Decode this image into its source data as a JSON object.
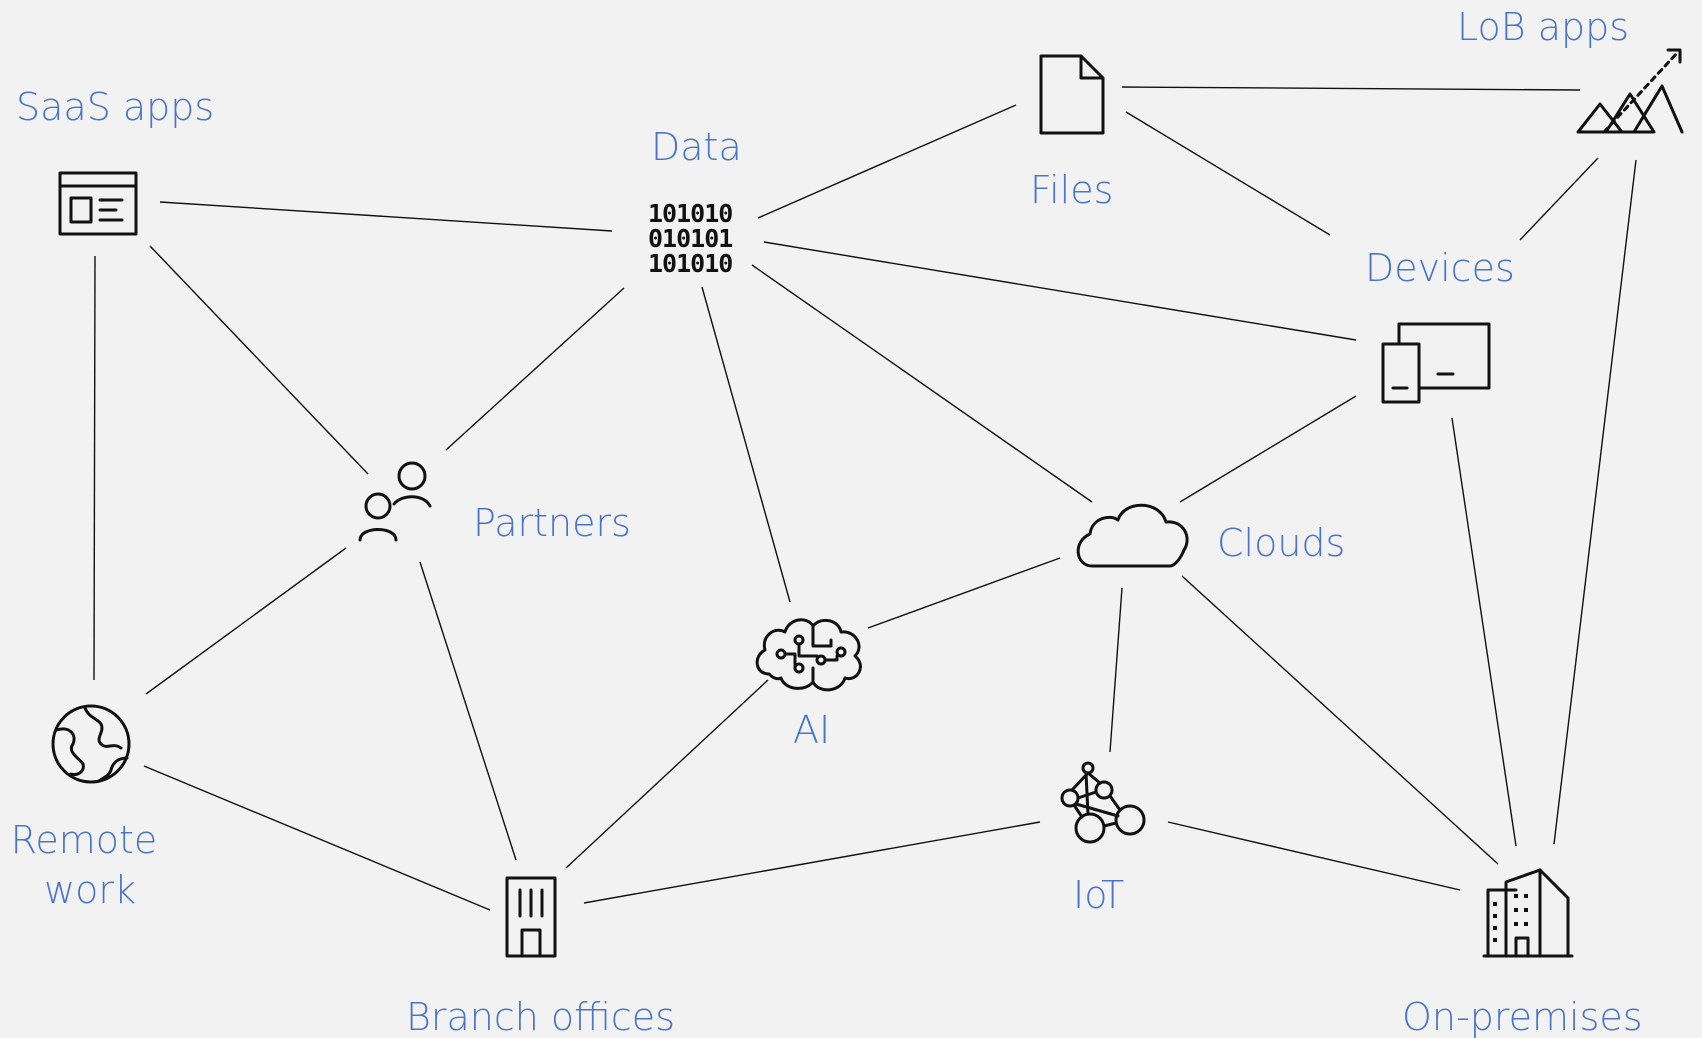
{
  "nodes": [
    {
      "id": "saas",
      "label": "SaaS apps",
      "icon": "browser-window-icon"
    },
    {
      "id": "data",
      "label": "Data",
      "icon": "binary-data-icon"
    },
    {
      "id": "files",
      "label": "Files",
      "icon": "document-icon"
    },
    {
      "id": "lob",
      "label": "LoB apps",
      "icon": "growth-chart-icon"
    },
    {
      "id": "devices",
      "label": "Devices",
      "icon": "devices-icon"
    },
    {
      "id": "partners",
      "label": "Partners",
      "icon": "people-icon"
    },
    {
      "id": "clouds",
      "label": "Clouds",
      "icon": "cloud-icon"
    },
    {
      "id": "ai",
      "label": "AI",
      "icon": "brain-circuit-icon"
    },
    {
      "id": "remote",
      "label_lines": [
        "Remote",
        "work"
      ],
      "icon": "globe-icon"
    },
    {
      "id": "iot",
      "label": "IoT",
      "icon": "network-nodes-icon"
    },
    {
      "id": "branch",
      "label": "Branch offices",
      "icon": "office-building-icon"
    },
    {
      "id": "onprem",
      "label": "On-premises",
      "icon": "city-buildings-icon"
    }
  ],
  "edges": [
    [
      "saas",
      "data"
    ],
    [
      "saas",
      "partners"
    ],
    [
      "saas",
      "remote"
    ],
    [
      "data",
      "files"
    ],
    [
      "data",
      "devices"
    ],
    [
      "data",
      "clouds"
    ],
    [
      "data",
      "ai"
    ],
    [
      "data",
      "partners"
    ],
    [
      "files",
      "lob"
    ],
    [
      "files",
      "devices"
    ],
    [
      "lob",
      "devices"
    ],
    [
      "lob",
      "onprem"
    ],
    [
      "devices",
      "clouds"
    ],
    [
      "devices",
      "onprem"
    ],
    [
      "partners",
      "remote"
    ],
    [
      "partners",
      "branch"
    ],
    [
      "clouds",
      "ai"
    ],
    [
      "clouds",
      "iot"
    ],
    [
      "clouds",
      "onprem"
    ],
    [
      "ai",
      "branch"
    ],
    [
      "remote",
      "branch"
    ],
    [
      "iot",
      "branch"
    ],
    [
      "iot",
      "onprem"
    ]
  ],
  "colors": {
    "label": "#4a74c4",
    "icon": "#111111",
    "background": "#f2f2f2"
  },
  "binary_rows": [
    "101010",
    "010101",
    "101010"
  ]
}
